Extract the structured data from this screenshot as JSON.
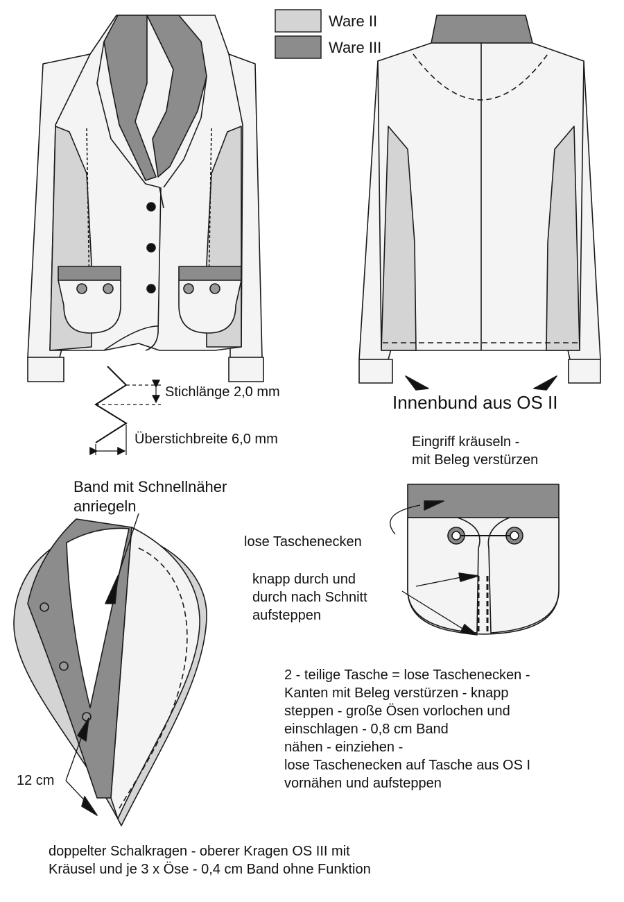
{
  "legend": {
    "items": [
      {
        "label": "Ware II",
        "color": "#d4d4d4"
      },
      {
        "label": "Ware III",
        "color": "#8c8c8c"
      }
    ]
  },
  "colors": {
    "fabric_base": "#f4f4f4",
    "ware_ii": "#d4d4d4",
    "ware_iii": "#8c8c8c",
    "outline": "#1a1a1a"
  },
  "stitch": {
    "length_label": "Stichlänge 2,0 mm",
    "width_label": "Überstichbreite 6,0 mm"
  },
  "back_view": {
    "cuff_label": "Innenbund aus OS II"
  },
  "pocket": {
    "top_note": [
      "Eingriff kräuseln -",
      "mit Beleg verstürzen"
    ],
    "loose_corners_label": "lose Taschenecken",
    "stitch_note": [
      "knapp durch und",
      "durch nach Schnitt",
      "aufsteppen"
    ],
    "description": [
      "2 - teilige Tasche = lose Taschenecken -",
      "Kanten mit Beleg verstürzen - knapp",
      "steppen - große Ösen vorlochen und",
      "einschlagen - 0,8 cm Band",
      "nähen - einziehen -",
      "lose Taschenecken auf Tasche aus OS I",
      "vornähen und aufsteppen"
    ]
  },
  "collar": {
    "band_note": [
      "Band mit Schnellnäher",
      "anriegeln"
    ],
    "length_label": "12 cm",
    "description": [
      "doppelter Schalkragen - oberer Kragen OS III mit",
      "Kräusel und je 3 x Öse - 0,4 cm Band ohne Funktion"
    ]
  }
}
